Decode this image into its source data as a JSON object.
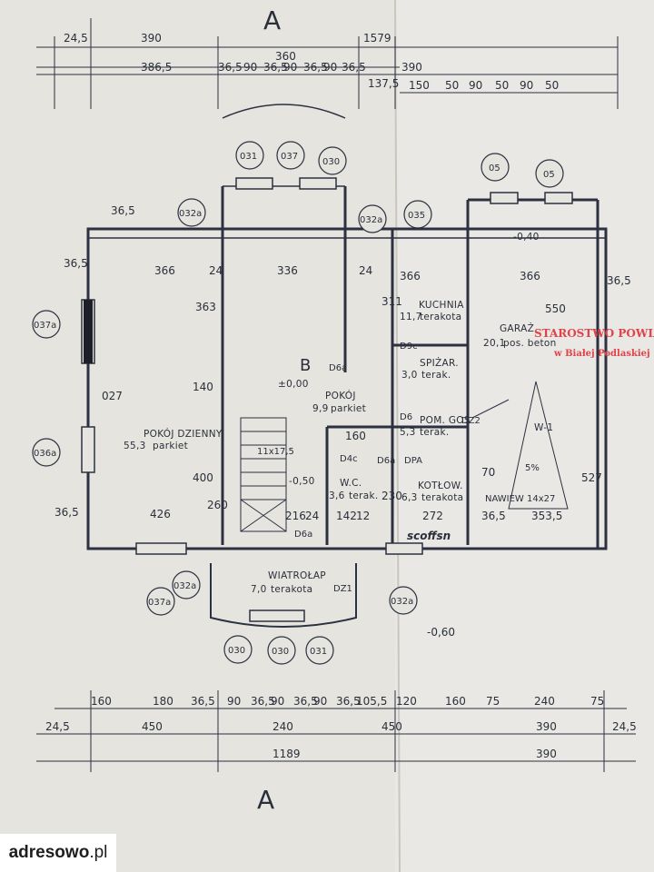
{
  "section_marks": {
    "top": "A",
    "bottom": "A"
  },
  "dimensions": {
    "top_row1": [
      "24,5",
      "390",
      "1579"
    ],
    "top_row2": [
      "360"
    ],
    "top_row3": [
      "386,5",
      "36,5",
      "90",
      "36,5",
      "90",
      "36,5",
      "90",
      "36,5",
      "137,5",
      "390"
    ],
    "top_row4": [
      "150",
      "50",
      "90",
      "50",
      "90",
      "50"
    ],
    "bottom_row1": [
      "160",
      "180",
      "36,5",
      "90",
      "36,5",
      "90",
      "36,5",
      "90",
      "36,5",
      "105,5",
      "120",
      "160",
      "75",
      "240",
      "75"
    ],
    "bottom_row2": [
      "24,5",
      "450",
      "240",
      "450",
      "390",
      "24,5"
    ],
    "bottom_row3": [
      "1189",
      "390"
    ],
    "interior": [
      "366",
      "336",
      "366",
      "366",
      "36,5",
      "36,5",
      "36,5",
      "24",
      "363",
      "311",
      "550",
      "027",
      "140",
      "400",
      "260",
      "426",
      "216",
      "160",
      "142",
      "230",
      "272",
      "353,5",
      "527",
      "70",
      "36,5",
      "24",
      "12",
      "24",
      "36,5"
    ]
  },
  "rooms": {
    "pokoj_dzienny": {
      "name": "POKÓJ DZIENNY",
      "area": "55,3",
      "floor": "parkiet"
    },
    "kuchnia": {
      "name": "KUCHNIA",
      "area": "11,7",
      "floor": "terakota"
    },
    "spizarnia": {
      "name": "SPIŻAR.",
      "area": "3,0",
      "floor": "terak."
    },
    "garaz": {
      "name": "GARAŻ",
      "area": "20,1",
      "floor": "pos. beton"
    },
    "pokoj": {
      "name": "POKÓJ",
      "area": "9,9",
      "floor": "parkiet"
    },
    "pom_gos": {
      "name": "POM. GOS",
      "area": "5,3",
      "floor": "terak."
    },
    "wc": {
      "name": "W.C.",
      "area": "3,6",
      "floor": "terak."
    },
    "kotlownia": {
      "name": "KOTŁOW.",
      "area": "6,3",
      "floor": "terakota"
    },
    "wiatrolap": {
      "name": "WIATROŁAP",
      "area": "7,0",
      "floor": "terakota"
    }
  },
  "labels": {
    "level_zero": "±0,00",
    "level_minus_050": "-0,50",
    "level_minus_060": "-0,60",
    "level_garage": "-0,40",
    "section_b": "B",
    "nawiew": "NAWIEW 14x27",
    "stair": "11x17,5",
    "garage_door": "W-1",
    "slope": "5%",
    "handwritten": "scoffsn"
  },
  "window_tags": [
    "031",
    "037",
    "030",
    "032a",
    "032a",
    "035",
    "05",
    "05",
    "037a",
    "036a",
    "032a",
    "037a",
    "030",
    "030",
    "031",
    "032a",
    "D6a",
    "D9c",
    "D6",
    "D4c",
    "DZ2",
    "D6a",
    "DZ1",
    "DPA",
    "D6a"
  ],
  "stamp": {
    "line1": "STAROSTWO POWIAT",
    "line2": "w Białej Podlaskiej"
  },
  "watermark": {
    "brand": "adresowo",
    "domain": ".pl"
  },
  "colors": {
    "paper": "#e6e4df",
    "ink": "#2b3140",
    "stamp": "#e0434a",
    "background": "#d9d6cf"
  }
}
